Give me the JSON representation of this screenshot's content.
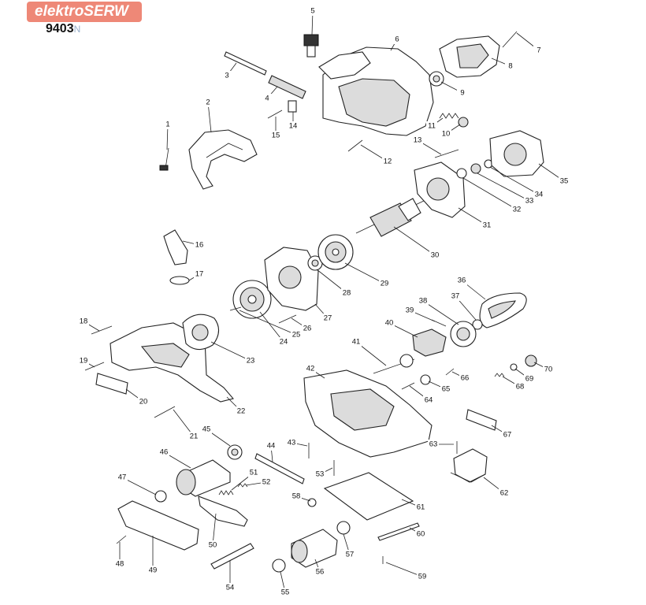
{
  "header": {
    "logo_text": "elektroSERW",
    "model": "9403",
    "model_suffix": "N"
  },
  "parts": [
    {
      "num": "1",
      "icon": "screw"
    },
    {
      "num": "2",
      "icon": "handle-cover"
    },
    {
      "num": "3",
      "icon": "rod"
    },
    {
      "num": "4",
      "icon": "pin"
    },
    {
      "num": "5",
      "icon": "switch"
    },
    {
      "num": "6",
      "icon": "motor-housing"
    },
    {
      "num": "7",
      "icon": "screw"
    },
    {
      "num": "8",
      "icon": "rear-cover"
    },
    {
      "num": "9",
      "icon": "bearing"
    },
    {
      "num": "10",
      "icon": "brush-cap"
    },
    {
      "num": "11",
      "icon": "spring"
    },
    {
      "num": "12",
      "icon": "screw"
    },
    {
      "num": "13",
      "icon": "screw"
    },
    {
      "num": "14",
      "icon": "clip"
    },
    {
      "num": "15",
      "icon": "screw"
    },
    {
      "num": "16",
      "icon": "dust-nozzle"
    },
    {
      "num": "17",
      "icon": "ring"
    },
    {
      "num": "18",
      "icon": "screw"
    },
    {
      "num": "19",
      "icon": "screw"
    },
    {
      "num": "20",
      "icon": "label"
    },
    {
      "num": "21",
      "icon": "screw"
    },
    {
      "num": "22",
      "icon": "gear-housing-cover"
    },
    {
      "num": "23",
      "icon": "fan-guide"
    },
    {
      "num": "24",
      "icon": "fan"
    },
    {
      "num": "25",
      "icon": "screw"
    },
    {
      "num": "26",
      "icon": "screw"
    },
    {
      "num": "27",
      "icon": "baffle-plate"
    },
    {
      "num": "28",
      "icon": "bearing"
    },
    {
      "num": "29",
      "icon": "fan"
    },
    {
      "num": "30",
      "icon": "armature"
    },
    {
      "num": "31",
      "icon": "baffle-plate"
    },
    {
      "num": "32",
      "icon": "washer"
    },
    {
      "num": "33",
      "icon": "washer"
    },
    {
      "num": "34",
      "icon": "ring"
    },
    {
      "num": "35",
      "icon": "field"
    },
    {
      "num": "36",
      "icon": "drive-belt"
    },
    {
      "num": "37",
      "icon": "bearing"
    },
    {
      "num": "38",
      "icon": "pulley"
    },
    {
      "num": "39",
      "icon": "screw"
    },
    {
      "num": "40",
      "icon": "bracket"
    },
    {
      "num": "41",
      "icon": "shaft"
    },
    {
      "num": "42",
      "icon": "gear-housing"
    },
    {
      "num": "43",
      "icon": "screw"
    },
    {
      "num": "44",
      "icon": "lever"
    },
    {
      "num": "45",
      "icon": "bearing"
    },
    {
      "num": "46",
      "icon": "drive-roller"
    },
    {
      "num": "47",
      "icon": "bearing"
    },
    {
      "num": "48",
      "icon": "screw"
    },
    {
      "num": "49",
      "icon": "side-plate"
    },
    {
      "num": "50",
      "icon": "frame"
    },
    {
      "num": "51",
      "icon": "spring"
    },
    {
      "num": "52",
      "icon": "spring"
    },
    {
      "num": "53",
      "icon": "screw"
    },
    {
      "num": "54",
      "icon": "shaft"
    },
    {
      "num": "55",
      "icon": "bearing"
    },
    {
      "num": "56",
      "icon": "idle-roller"
    },
    {
      "num": "57",
      "icon": "bearing"
    },
    {
      "num": "58",
      "icon": "ring"
    },
    {
      "num": "59",
      "icon": "screw"
    },
    {
      "num": "60",
      "icon": "plate"
    },
    {
      "num": "61",
      "icon": "base-plate"
    },
    {
      "num": "62",
      "icon": "dust-box"
    },
    {
      "num": "63",
      "icon": "screw"
    },
    {
      "num": "64",
      "icon": "screw"
    },
    {
      "num": "65",
      "icon": "bearing"
    },
    {
      "num": "66",
      "icon": "screw"
    },
    {
      "num": "67",
      "icon": "label"
    },
    {
      "num": "68",
      "icon": "spring"
    },
    {
      "num": "69",
      "icon": "washer"
    },
    {
      "num": "70",
      "icon": "knob"
    }
  ]
}
